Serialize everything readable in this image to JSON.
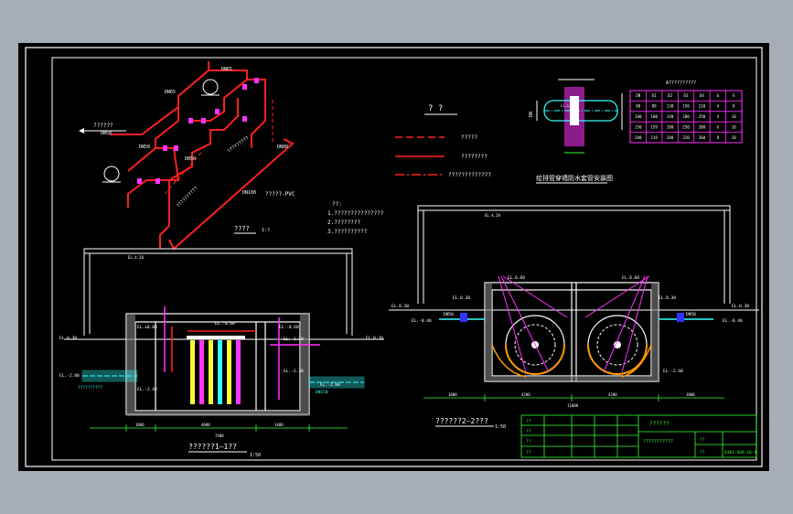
{
  "legend": {
    "title": "?  ?",
    "items": [
      {
        "label": "?????",
        "color": "#ff2020",
        "style": "dash"
      },
      {
        "label": "????????",
        "color": "#ff2020",
        "style": "solid"
      },
      {
        "label": "?????????????",
        "color": "#ff2020",
        "style": "dashdot"
      }
    ]
  },
  "notes": {
    "heading": "??:",
    "lines": [
      "1.???????????????",
      "2.????????",
      "3.??????????"
    ]
  },
  "iso": {
    "outlet": "??????",
    "pvc": "?????-PVC",
    "caption": "????",
    "scale": "1:?"
  },
  "pipe_detail": {
    "caption": "给排管穿墙防水套管安装图",
    "label_a": "L1,L2,L3"
  },
  "table": {
    "title": "A??????????",
    "header": [
      "DN",
      "D1",
      "D2",
      "D3",
      "D4",
      "b",
      "δ"
    ],
    "rows": [
      [
        "80",
        "89",
        "130",
        "150",
        "210",
        "4",
        "8"
      ],
      [
        "100",
        "108",
        "140",
        "200",
        "250",
        "4",
        "10"
      ],
      [
        "150",
        "159",
        "180",
        "250",
        "300",
        "6",
        "10"
      ],
      [
        "200",
        "219",
        "280",
        "320",
        "360",
        "8",
        "10"
      ]
    ]
  },
  "section1": {
    "caption": "??????1—1??",
    "scale": "1:50"
  },
  "section2": {
    "caption": "??????2—2???",
    "scale": "1:50"
  },
  "title_block": {
    "project": "??????",
    "drawing": "???????????",
    "code": "0381-SDA-16-4",
    "labels": [
      "??",
      "??",
      "??",
      "??",
      "??",
      "??"
    ]
  },
  "colors": {
    "frame_bg": "#000000",
    "cad_bg": "#a6adb6",
    "line_white": "#ffffff",
    "red": "#ff2020",
    "magenta": "#ff33ff",
    "cyan": "#33ffff",
    "green": "#33ff33",
    "yellow": "#ffff33",
    "gray": "#808080"
  }
}
